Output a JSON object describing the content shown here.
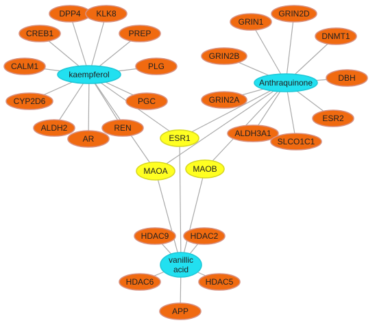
{
  "colors": {
    "target": "#f06a10",
    "target_stroke": "#d89080",
    "compound": "#22e0f0",
    "compound_stroke": "#1ec8d8",
    "shared": "#ffff22",
    "shared_stroke": "#d8d820",
    "edge": "#a9a9a9",
    "label": "#202020"
  },
  "nodes": [
    {
      "id": "kaempferol",
      "label": "kaempferol",
      "kind": "compound"
    },
    {
      "id": "anthraquinone",
      "label": "Anthraquinone",
      "kind": "compound"
    },
    {
      "id": "vanillic",
      "label": "vanillic acid",
      "lines": [
        "vanillic",
        "acid"
      ],
      "kind": "compound"
    },
    {
      "id": "ESR1",
      "label": "ESR1",
      "kind": "shared"
    },
    {
      "id": "MAOA",
      "label": "MAOA",
      "kind": "shared"
    },
    {
      "id": "MAOB",
      "label": "MAOB",
      "kind": "shared"
    },
    {
      "id": "DPP4",
      "label": "DPP4",
      "kind": "target"
    },
    {
      "id": "KLK8",
      "label": "KLK8",
      "kind": "target"
    },
    {
      "id": "CREB1",
      "label": "CREB1",
      "kind": "target"
    },
    {
      "id": "PREP",
      "label": "PREP",
      "kind": "target"
    },
    {
      "id": "CALM1",
      "label": "CALM1",
      "kind": "target"
    },
    {
      "id": "PLG",
      "label": "PLG",
      "kind": "target"
    },
    {
      "id": "CYP2D6",
      "label": "CYP2D6",
      "kind": "target"
    },
    {
      "id": "PGC",
      "label": "PGC",
      "kind": "target"
    },
    {
      "id": "ALDH2",
      "label": "ALDH2",
      "kind": "target"
    },
    {
      "id": "AR",
      "label": "AR",
      "kind": "target"
    },
    {
      "id": "REN",
      "label": "REN",
      "kind": "target"
    },
    {
      "id": "GRIN1",
      "label": "GRIN1",
      "kind": "target"
    },
    {
      "id": "GRIN2D",
      "label": "GRIN2D",
      "kind": "target"
    },
    {
      "id": "DNMT1",
      "label": "DNMT1",
      "kind": "target"
    },
    {
      "id": "GRIN2B",
      "label": "GRIN2B",
      "kind": "target"
    },
    {
      "id": "DBH",
      "label": "DBH",
      "kind": "target"
    },
    {
      "id": "GRIN2A",
      "label": "GRIN2A",
      "kind": "target"
    },
    {
      "id": "ESR2",
      "label": "ESR2",
      "kind": "target"
    },
    {
      "id": "ALDH3A1",
      "label": "ALDH3A1",
      "kind": "target"
    },
    {
      "id": "SLCO1C1",
      "label": "SLCO1C1",
      "kind": "target"
    },
    {
      "id": "HDAC9",
      "label": "HDAC9",
      "kind": "target"
    },
    {
      "id": "HDAC2",
      "label": "HDAC2",
      "kind": "target"
    },
    {
      "id": "HDAC6",
      "label": "HDAC6",
      "kind": "target"
    },
    {
      "id": "HDAC5",
      "label": "HDAC5",
      "kind": "target"
    },
    {
      "id": "APP",
      "label": "APP",
      "kind": "target"
    }
  ],
  "edges": [
    [
      "kaempferol",
      "DPP4"
    ],
    [
      "kaempferol",
      "KLK8"
    ],
    [
      "kaempferol",
      "CREB1"
    ],
    [
      "kaempferol",
      "PREP"
    ],
    [
      "kaempferol",
      "CALM1"
    ],
    [
      "kaempferol",
      "PLG"
    ],
    [
      "kaempferol",
      "CYP2D6"
    ],
    [
      "kaempferol",
      "PGC"
    ],
    [
      "kaempferol",
      "ALDH2"
    ],
    [
      "kaempferol",
      "AR"
    ],
    [
      "kaempferol",
      "REN"
    ],
    [
      "kaempferol",
      "ESR1"
    ],
    [
      "kaempferol",
      "MAOA"
    ],
    [
      "anthraquinone",
      "GRIN1"
    ],
    [
      "anthraquinone",
      "GRIN2D"
    ],
    [
      "anthraquinone",
      "DNMT1"
    ],
    [
      "anthraquinone",
      "GRIN2B"
    ],
    [
      "anthraquinone",
      "DBH"
    ],
    [
      "anthraquinone",
      "GRIN2A"
    ],
    [
      "anthraquinone",
      "ESR2"
    ],
    [
      "anthraquinone",
      "SLCO1C1"
    ],
    [
      "anthraquinone",
      "ALDH3A1"
    ],
    [
      "anthraquinone",
      "ESR1"
    ],
    [
      "anthraquinone",
      "MAOA"
    ],
    [
      "anthraquinone",
      "MAOB"
    ],
    [
      "vanillic",
      "ESR1"
    ],
    [
      "vanillic",
      "MAOA"
    ],
    [
      "vanillic",
      "MAOB"
    ],
    [
      "vanillic",
      "HDAC9"
    ],
    [
      "vanillic",
      "HDAC2"
    ],
    [
      "vanillic",
      "HDAC6"
    ],
    [
      "vanillic",
      "HDAC5"
    ],
    [
      "vanillic",
      "APP"
    ]
  ]
}
